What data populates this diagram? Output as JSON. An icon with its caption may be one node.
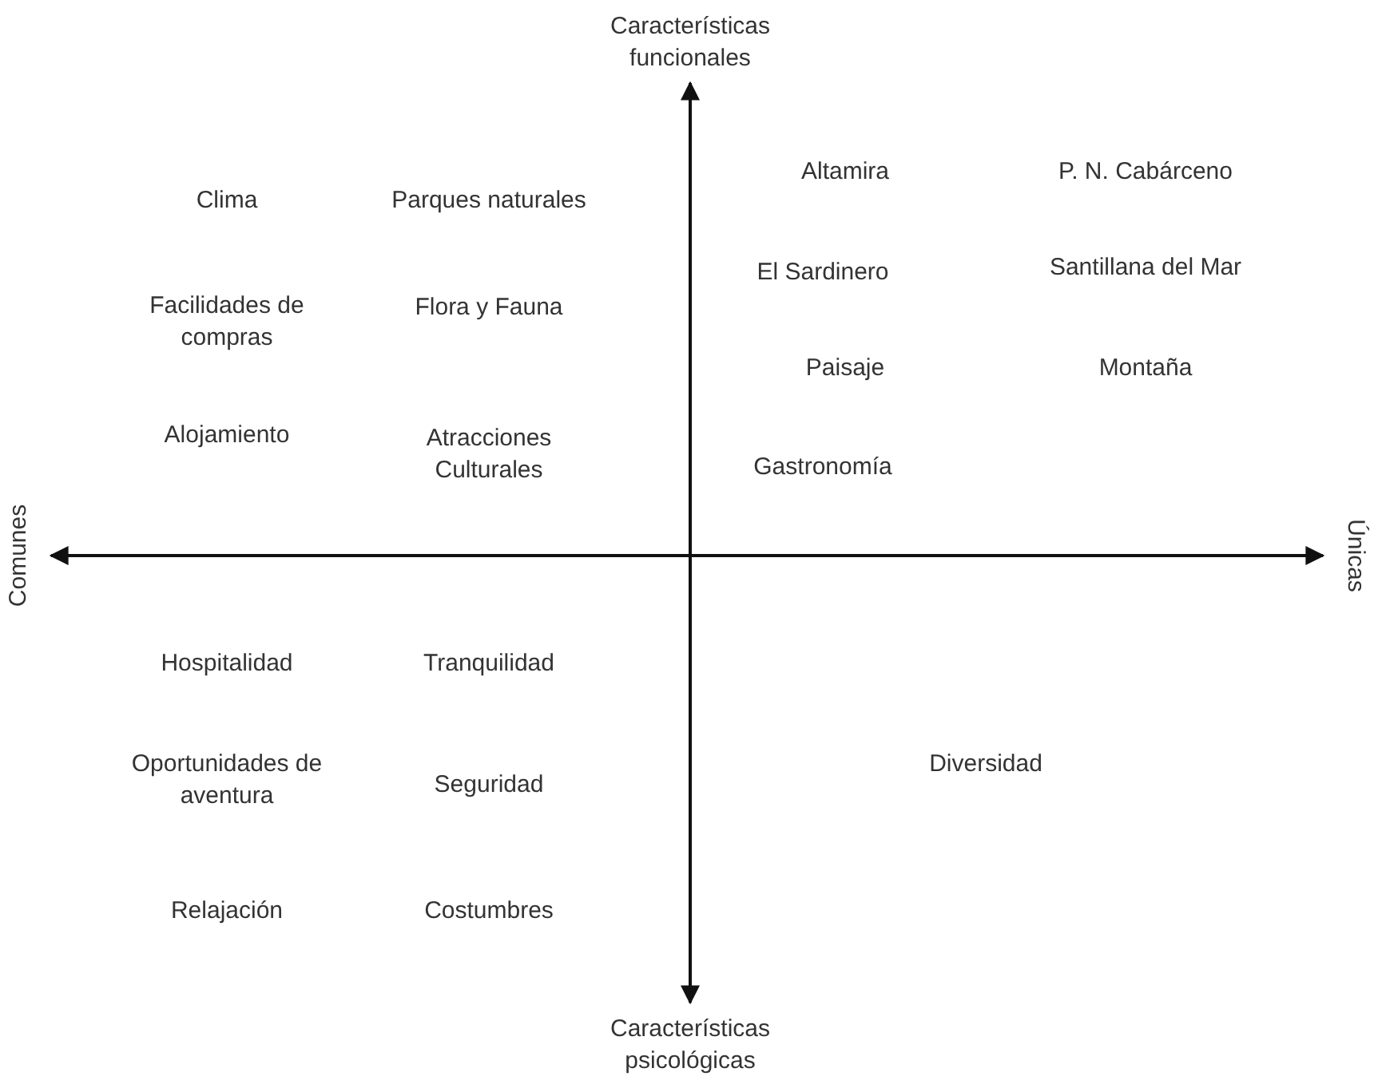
{
  "diagram": {
    "labels": [
      "Características funcionales",
      "Clima",
      "Parques naturales",
      "Altamira",
      "P. N. Cabárceno",
      "El Sardinero",
      "Santillana del Mar",
      "Facilidades de compras",
      "Flora y Fauna",
      "Paisaje",
      "Montaña",
      "Alojamiento",
      "Atracciones Culturales",
      "Gastronomía",
      "Comunes",
      "Únicas",
      "Hospitalidad",
      "Tranquilidad",
      "Diversidad",
      "Oportunidades de aventura",
      "Seguridad",
      "Relajación",
      "Costumbres",
      "Características psicológicas"
    ]
  }
}
